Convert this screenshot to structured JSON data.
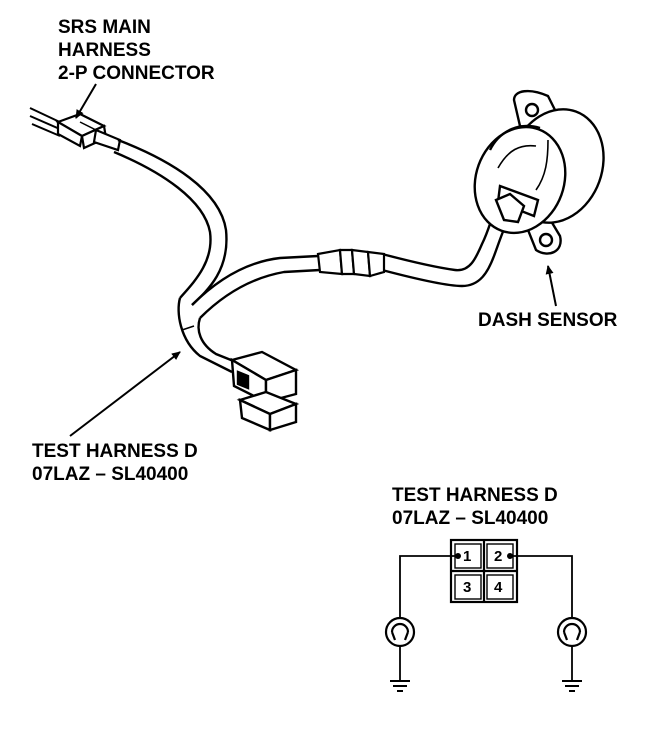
{
  "labels": {
    "srs_main_harness": [
      "SRS MAIN",
      "HARNESS",
      "2-P CONNECTOR"
    ],
    "dash_sensor": "DASH SENSOR",
    "test_harness_left": [
      "TEST HARNESS D",
      "07LAZ – SL40400"
    ],
    "test_harness_schematic": [
      "TEST HARNESS D",
      "07LAZ – SL40400"
    ]
  },
  "connector_pins": [
    "1",
    "2",
    "3",
    "4"
  ],
  "colors": {
    "ink": "#000000",
    "paper": "#ffffff"
  },
  "icons": [
    "ground-symbol-icon",
    "test-lead-clip-icon"
  ]
}
